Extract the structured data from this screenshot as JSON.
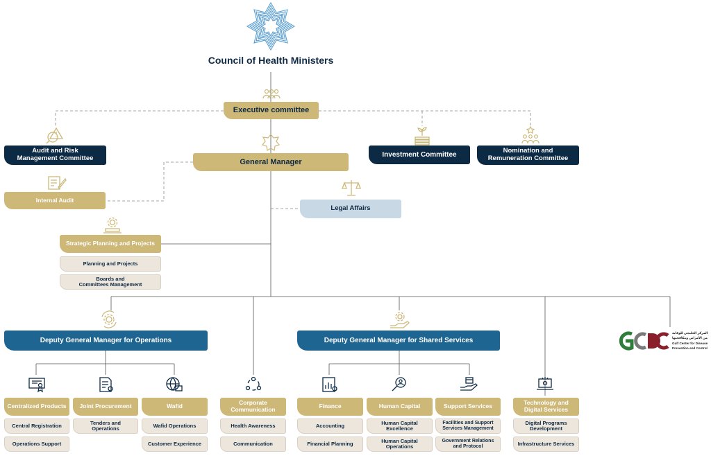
{
  "title": "Council of Health Ministers",
  "executive": "Executive committee",
  "general_manager": "General Manager",
  "audit_committee": "Audit and Risk\nManagement Committee",
  "investment_committee": "Investment Committee",
  "nomination_committee": "Nomination and\nRemuneration Committee",
  "internal_audit": "Internal Audit",
  "legal_affairs": "Legal Affairs",
  "strategic_planning": {
    "title": "Strategic Planning and Projects",
    "items": [
      "Planning and Projects",
      "Boards and\nCommittees Management"
    ]
  },
  "dgm_operations": "Deputy General Manager for Operations",
  "dgm_shared": "Deputy General Manager for Shared Services",
  "departments": [
    {
      "title": "Centralized Products",
      "items": [
        "Central Registration",
        "Operations Support"
      ]
    },
    {
      "title": "Joint Procurement",
      "items": [
        "Tenders and\nOperations"
      ]
    },
    {
      "title": "Wafid",
      "items": [
        "Wafid Operations",
        "Customer Experience"
      ]
    },
    {
      "title": "Corporate\nCommunication",
      "items": [
        "Health Awareness",
        "Communication"
      ]
    },
    {
      "title": "Finance",
      "items": [
        "Accounting",
        "Financial Planning"
      ]
    },
    {
      "title": "Human Capital",
      "items": [
        "Human Capital\nExcellence",
        "Human Capital\nOperations"
      ]
    },
    {
      "title": "Support Services",
      "items": [
        "Facilities and Support\nServices Management",
        "Government Relations\nand Protocol"
      ]
    },
    {
      "title": "Technology and\nDigital Services",
      "items": [
        "Digital Programs\nDevelopment",
        "Infrastructure Services"
      ]
    }
  ],
  "logo": {
    "letters": "GCDC",
    "arabic_line1": "المركز الخليجي للوقاية",
    "arabic_line2": "من الأمراض ومكافحتها",
    "english_line1": "Gulf Center for Disease",
    "english_line2": "Prevention and Control"
  },
  "colors": {
    "gold": "#cdb878",
    "navy": "#0d2a45",
    "blue": "#1f6591",
    "light_blue": "#c8d8e4",
    "beige": "#ece6dc",
    "logo_green": "#2f7d3b",
    "logo_red": "#8a1f2b"
  },
  "icons": [
    "star-emblem-icon",
    "group-icon",
    "scales-risk-icon",
    "star-outline-icon",
    "plant-coins-icon",
    "people-star-icon",
    "document-edit-icon",
    "justice-scale-icon",
    "gear-laptop-icon",
    "gear-cycle-icon",
    "gear-hand-icon",
    "certificate-icon",
    "contract-icon",
    "globe-case-icon",
    "network-circle-icon",
    "bar-chart-report-icon",
    "search-person-icon",
    "hand-box-icon",
    "laptop-gear-icon"
  ]
}
